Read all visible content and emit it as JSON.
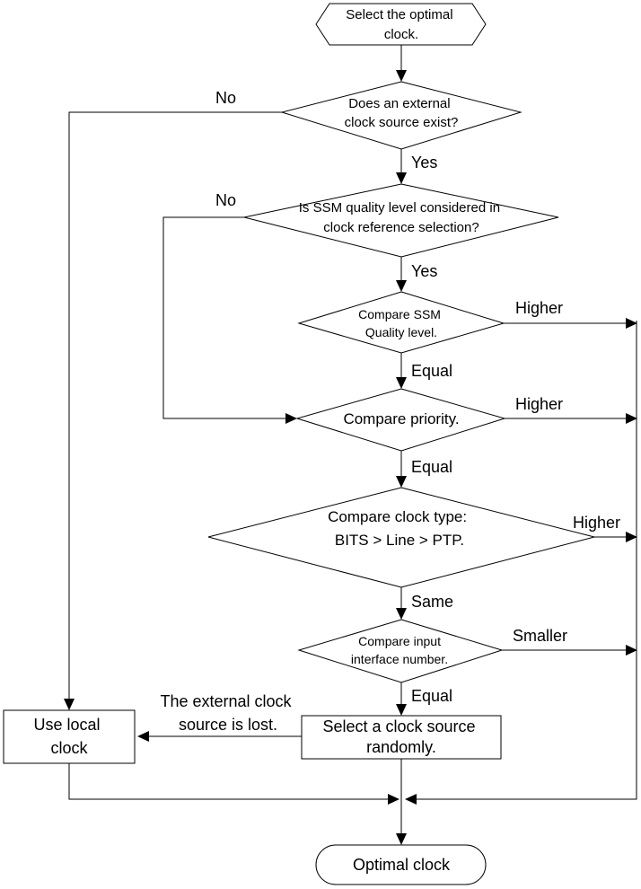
{
  "nodes": {
    "start": [
      "Select the optimal",
      "clock."
    ],
    "external_check": [
      "Does an external",
      "clock source exist?"
    ],
    "ssm_check": [
      "Is SSM quality level considered in",
      "clock reference selection?"
    ],
    "compare_ssm": [
      "Compare SSM",
      "Quality level."
    ],
    "compare_priority": [
      "Compare priority."
    ],
    "compare_type": [
      "Compare clock type:",
      "BITS > Line > PTP."
    ],
    "compare_interface": [
      "Compare input",
      "interface number."
    ],
    "use_local": [
      "Use local",
      "clock"
    ],
    "random_select": [
      "Select a clock source",
      "randomly."
    ],
    "end": [
      "Optimal clock"
    ]
  },
  "labels": {
    "no_external": "No",
    "yes_external": "Yes",
    "no_ssm": "No",
    "yes_ssm": "Yes",
    "higher_ssm": "Higher",
    "equal_ssm": "Equal",
    "higher_priority": "Higher",
    "equal_priority": "Equal",
    "higher_type": "Higher",
    "same_type": "Same",
    "smaller_interface": "Smaller",
    "equal_interface": "Equal",
    "lost_note": [
      "The external clock",
      "source is lost."
    ]
  }
}
